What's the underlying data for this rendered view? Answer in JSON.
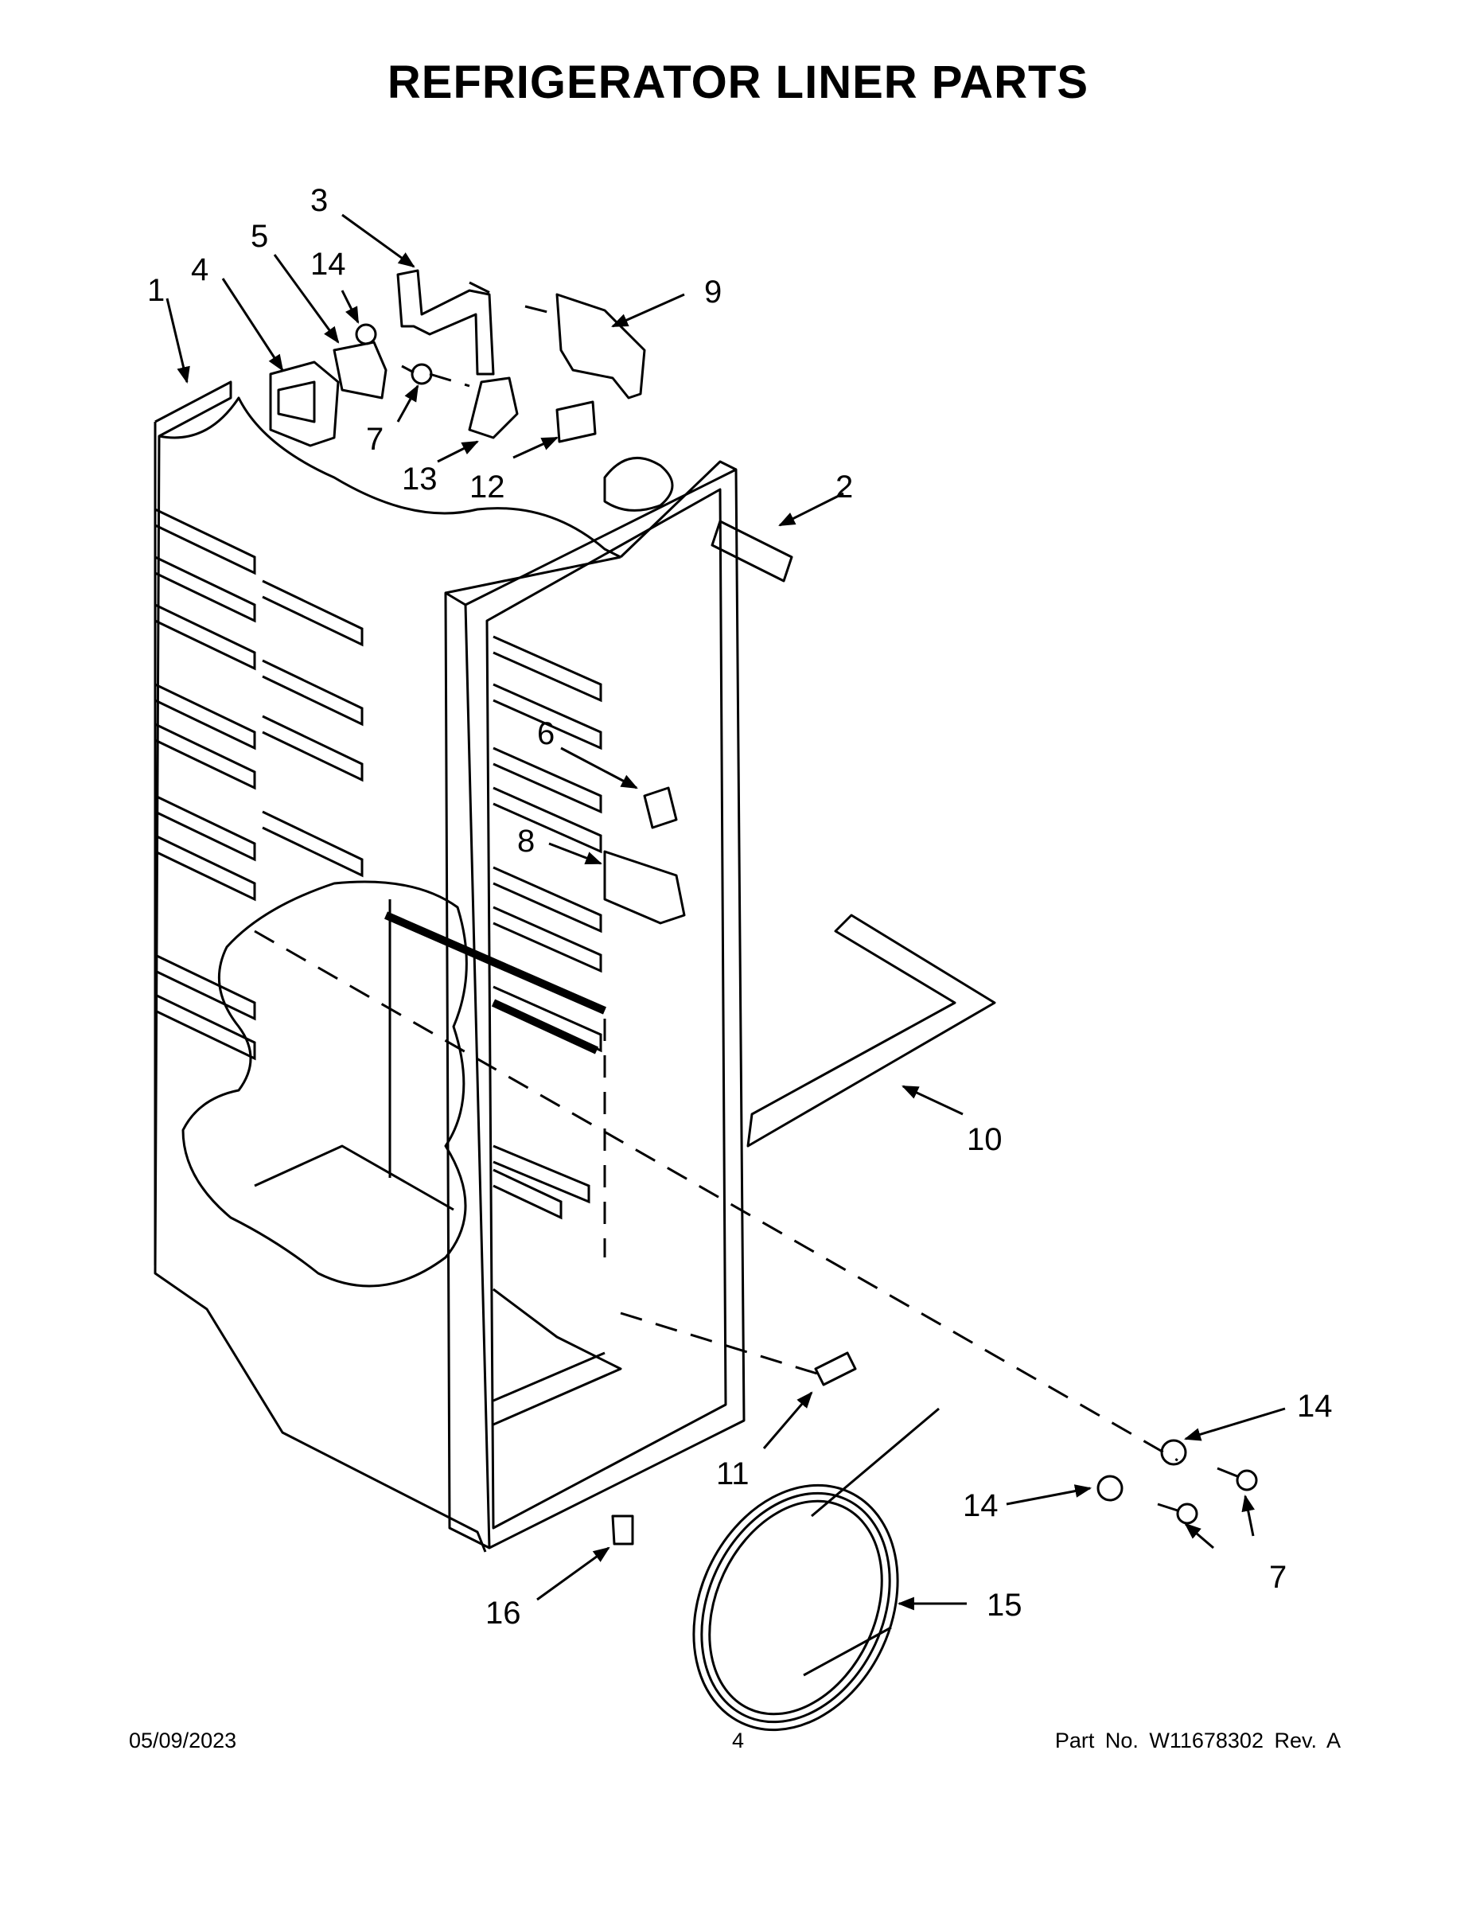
{
  "title": "REFRIGERATOR LINER PARTS",
  "callouts": [
    {
      "id": "c1",
      "label": "1"
    },
    {
      "id": "c2",
      "label": "2"
    },
    {
      "id": "c3",
      "label": "3"
    },
    {
      "id": "c4",
      "label": "4"
    },
    {
      "id": "c5",
      "label": "5"
    },
    {
      "id": "c14a",
      "label": "14"
    },
    {
      "id": "c7a",
      "label": "7"
    },
    {
      "id": "c9",
      "label": "9"
    },
    {
      "id": "c13",
      "label": "13"
    },
    {
      "id": "c12",
      "label": "12"
    },
    {
      "id": "c6",
      "label": "6"
    },
    {
      "id": "c8",
      "label": "8"
    },
    {
      "id": "c10",
      "label": "10"
    },
    {
      "id": "c11",
      "label": "11"
    },
    {
      "id": "c14b",
      "label": "14"
    },
    {
      "id": "c14c",
      "label": "14"
    },
    {
      "id": "c7b",
      "label": "7"
    },
    {
      "id": "c15",
      "label": "15"
    },
    {
      "id": "c16",
      "label": "16"
    }
  ],
  "footer": {
    "date": "05/09/2023",
    "page": "4",
    "part": "Part No.  W11678302  Rev.  A"
  }
}
